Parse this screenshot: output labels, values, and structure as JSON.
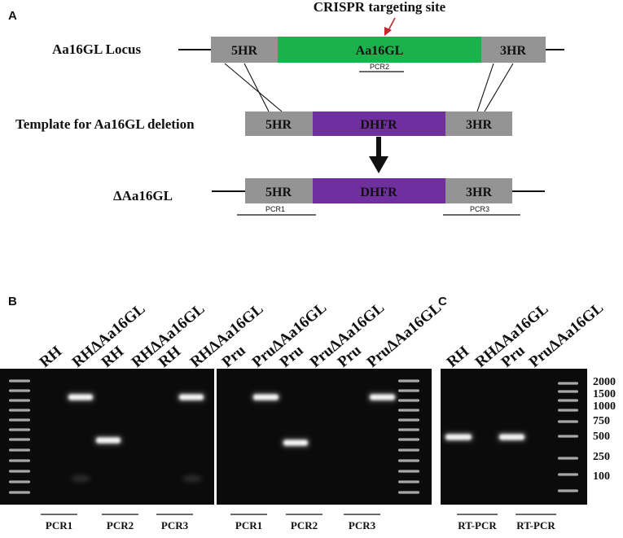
{
  "panel_a": {
    "label": "A",
    "crispr_label": "CRISPR targeting site",
    "locus_label": "Aa16GL Locus",
    "locus_segments": [
      "5HR",
      "Aa16GL",
      "3HR"
    ],
    "pcr2_label": "PCR2",
    "template_label": "Template for Aa16GL deletion",
    "template_segments": [
      "5HR",
      "DHFR",
      "3HR"
    ],
    "deletion_label": "ΔAa16GL",
    "deletion_segments": [
      "5HR",
      "DHFR",
      "3HR"
    ],
    "pcr1_label": "PCR1",
    "pcr3_label": "PCR3"
  },
  "panel_b": {
    "label": "B",
    "gel1_lanes": [
      "RH",
      "RHΔAa16GL",
      "RH",
      "RHΔAa16GL",
      "RH",
      "RHΔAa16GL"
    ],
    "gel2_lanes": [
      "Pru",
      "PruΔAa16GL",
      "Pru",
      "PruΔAa16GL",
      "Pru",
      "PruΔAa16GL"
    ],
    "gel1_groups": [
      "PCR1",
      "PCR2",
      "PCR3"
    ],
    "gel2_groups": [
      "PCR1",
      "PCR2",
      "PCR3"
    ]
  },
  "panel_c": {
    "label": "C",
    "lanes": [
      "RH",
      "RHΔAa16GL",
      "Pru",
      "PruΔAa16GL"
    ],
    "groups": [
      "RT-PCR",
      "RT-PCR"
    ]
  },
  "ladder": {
    "sizes": [
      "2000",
      "1500",
      "1000",
      "750",
      "500",
      "250",
      "100"
    ]
  },
  "colors": {
    "hr_box": "#949494",
    "aa16gl_box": "#1db14b",
    "dhfr_box": "#6f2f9f",
    "crispr_arrow": "#c1272d",
    "gel_bg": "#0b0b0b",
    "band": "#f2f2f2"
  }
}
